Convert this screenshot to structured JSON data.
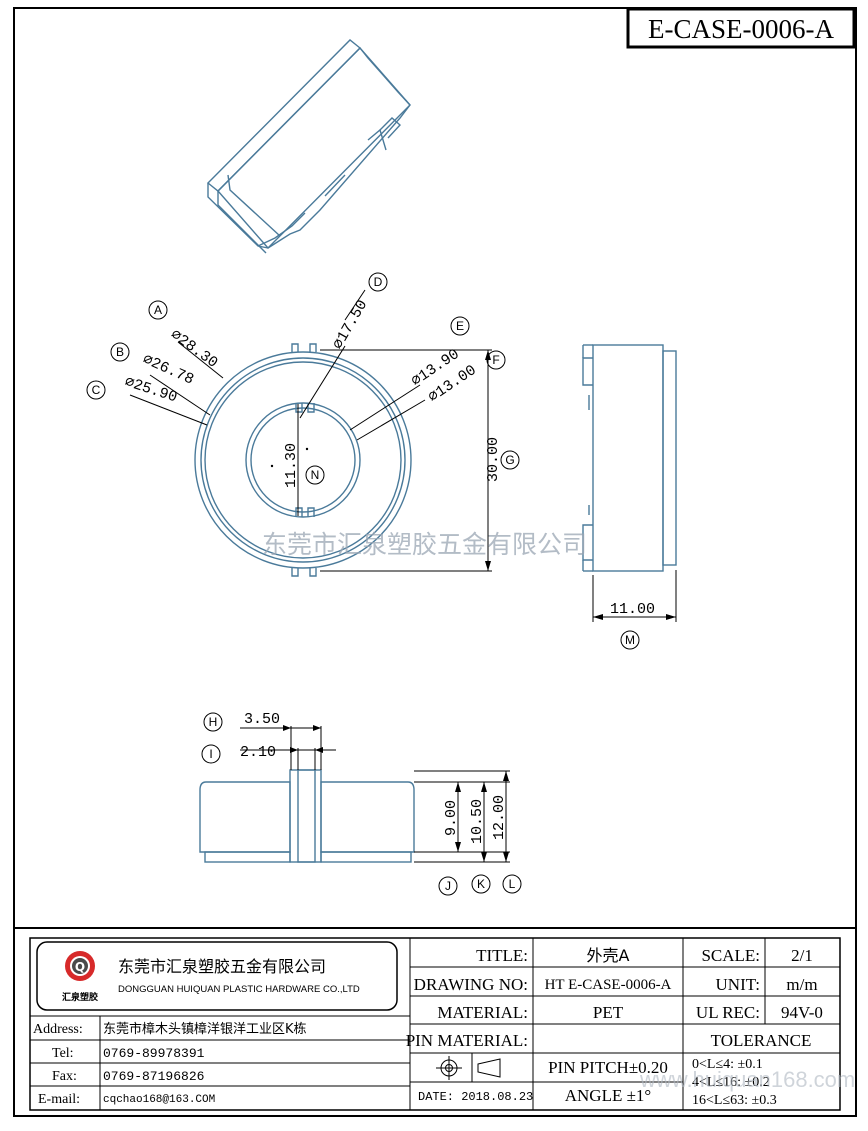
{
  "drawing_id": "E-CASE-0006-A",
  "watermark": "东莞市汇泉塑胶五金有限公司",
  "watermark_url": "www.huiquan168.com",
  "front_view": {
    "dims": {
      "a": "⌀28.30",
      "b": "⌀26.78",
      "c": "⌀25.90",
      "d": "⌀17.50",
      "e": "⌀13.90",
      "f": "⌀13.00",
      "height": "30.00",
      "inner": "11.30"
    },
    "callouts": [
      "A",
      "B",
      "C",
      "D",
      "E",
      "F",
      "G",
      "N"
    ]
  },
  "side_view": {
    "width": "11.00",
    "callout": "M"
  },
  "bottom_view": {
    "dims": {
      "slot_outer": "3.50",
      "slot_inner": "2.10",
      "h1": "9.00",
      "h2": "10.50",
      "h3": "12.00"
    },
    "callouts": [
      "H",
      "I",
      "J",
      "K",
      "L"
    ]
  },
  "title_block": {
    "logo_letter": "Q",
    "logo_caption": "汇泉塑胶",
    "company_cn": "东莞市汇泉塑胶五金有限公司",
    "company_en": "DONGGUAN HUIQUAN PLASTIC HARDWARE CO.,LTD",
    "address_label": "Address:",
    "address": "东莞市樟木头镇樟洋银洋工业区K栋",
    "tel_label": "Tel:",
    "tel": "0769-89978391",
    "fax_label": "Fax:",
    "fax": "0769-87196826",
    "email_label": "E-mail:",
    "email": "cqchao168@163.COM",
    "title_label": "TITLE:",
    "title": "外壳A",
    "drawing_no_label": "DRAWING NO:",
    "drawing_no": "HT E-CASE-0006-A",
    "material_label": "MATERIAL:",
    "material": "PET",
    "pin_material_label": "PIN MATERIAL:",
    "pin_material": "",
    "date": "DATE: 2018.08.23",
    "scale_label": "SCALE:",
    "scale": "2/1",
    "unit_label": "UNIT:",
    "unit": "m/m",
    "ul_label": "UL REC:",
    "ul": "94V-0",
    "tolerance_label": "TOLERANCE",
    "tol1": "0<L≤4:  ±0.1",
    "tol2": "4<L≤16: ±0.2",
    "tol3": "16<L≤63: ±0.3",
    "pin_pitch": "PIN PITCH±0.20",
    "angle": "ANGLE  ±1°"
  }
}
